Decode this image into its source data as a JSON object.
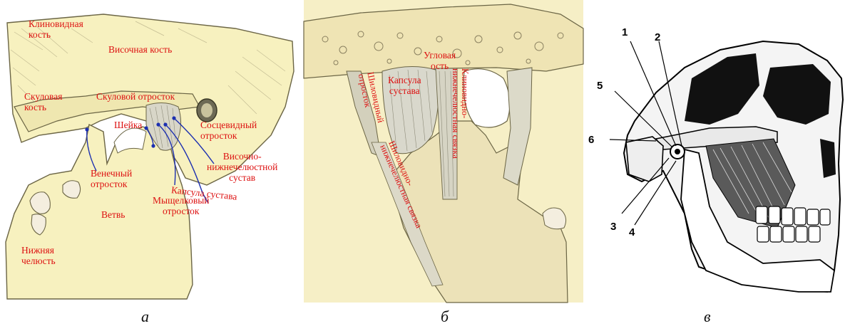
{
  "panels": {
    "a": {
      "letter": "а",
      "labels": {
        "sphenoid": "Клиновидная\nкость",
        "temporal": "Височная кость",
        "zygomatic_bone": "Скуловая\nкость",
        "zygomatic_process": "Скуловой отросток",
        "neck": "Шейка",
        "mastoid": "Сосцевидный\nотросток",
        "tmj": "Височно-\nнижнечелюстной\nсустав",
        "coronoid": "Венечный\nотросток",
        "capsule": "Капсула сустава",
        "condylar": "Мыщелковый\nотросток",
        "ramus": "Ветвь",
        "mandible": "Нижняя\nчелюсть"
      }
    },
    "b": {
      "letter": "б",
      "labels": {
        "capsule": "Капсула\nсустава",
        "sphenoid_spine": "Угловая\nость",
        "styloid": "Шиловидный\nотросток",
        "sphenomandibular_ligament": "Клиновидно-\nнижнечелюстная связка",
        "stylomandibular_ligament": "Шиловидно-\nнижнечелюстная связка"
      }
    },
    "c": {
      "letter": "в",
      "numbers": [
        "1",
        "2",
        "3",
        "4",
        "5",
        "6"
      ]
    }
  },
  "colors": {
    "label_red": "#dd1111",
    "bone_fill": "#f7f1bf",
    "bone_stroke": "#6b6545",
    "leader_blue": "#1c2fb0"
  }
}
